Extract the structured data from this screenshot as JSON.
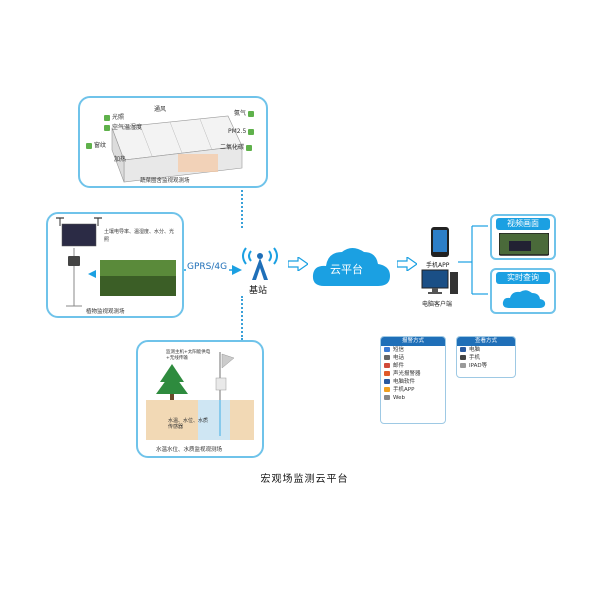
{
  "greenhouse": {
    "title": "蔬菜圈舍监视观测场",
    "labels": {
      "light": "光照",
      "air": "空气温湿度",
      "window": "窗纹",
      "vent": "通风",
      "heat": "加热",
      "ammonia": "氨气",
      "pm": "PM2.5",
      "co2": "二氧化碳"
    }
  },
  "plant": {
    "title": "植物监视观测场",
    "desc": "土壤电导率、温湿度、水分、光照"
  },
  "water": {
    "title": "水温水位、水质监视观测场",
    "label": "水温、水位、水质传感器",
    "note": "监测主机+太阳能供电+无线传输"
  },
  "center": {
    "network": "GPRS/4G",
    "station": "基站",
    "cloud": "云平台"
  },
  "clients": {
    "app": "手机APP",
    "pc": "电脑客户端"
  },
  "outputs": {
    "video": "视频画面",
    "query": "实时查询"
  },
  "alarm": {
    "title": "报警方式",
    "items": [
      "短信",
      "电话",
      "邮件",
      "声光报警器",
      "电脑软件",
      "手机APP",
      "Web"
    ]
  },
  "view": {
    "title": "查看方式",
    "items": [
      "电脑",
      "手机",
      "IPAD等"
    ]
  },
  "caption": "宏观场监测云平台",
  "colors": {
    "accent": "#1ba0e2",
    "border": "#6fc3ea",
    "dark": "#1f6fb8"
  }
}
